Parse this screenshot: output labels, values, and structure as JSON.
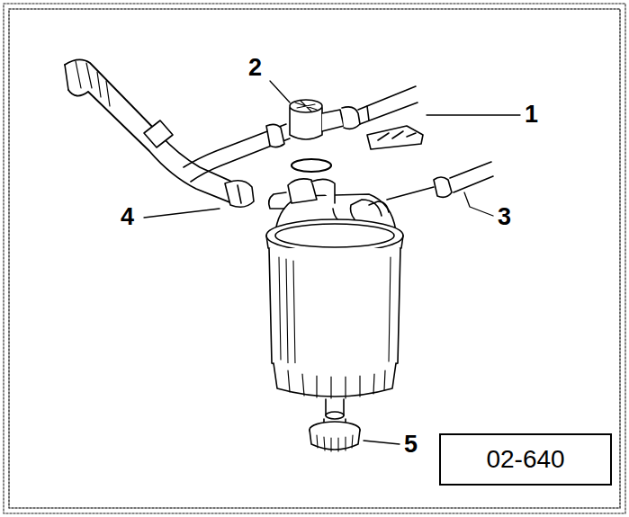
{
  "diagram": {
    "nodes": [
      {
        "text": [
          "02-640"
        ]
      }
    ],
    "labels": [
      "1",
      "2",
      "3",
      "4",
      "5"
    ]
  }
}
